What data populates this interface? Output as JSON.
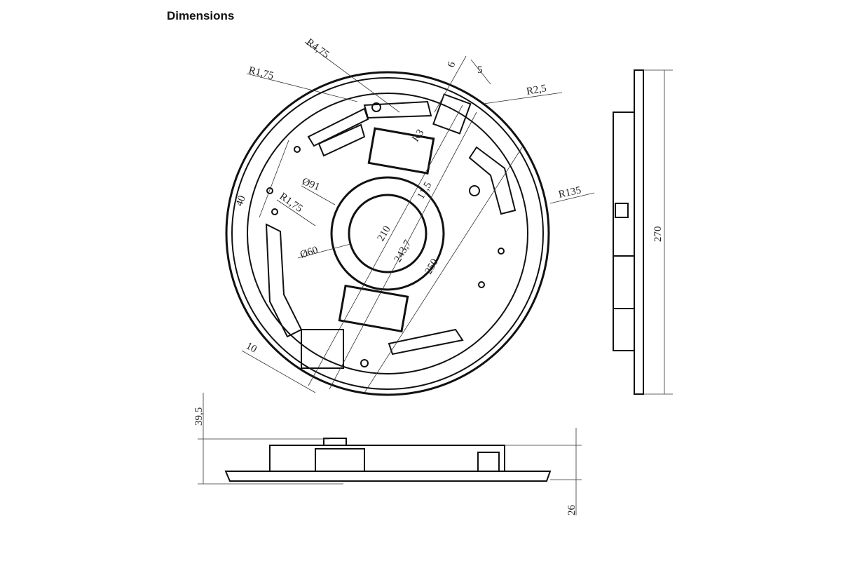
{
  "title": "Dimensions",
  "top_view": {
    "labels": {
      "r4_75": "R4,75",
      "r1_75_top": "R1,75",
      "d6": "6",
      "d5": "5",
      "r2_5": "R2,5",
      "r3": "R3",
      "r135": "R135",
      "dia91": "Ø91",
      "r1_75_left": "R1,75",
      "d40": "40",
      "dia60": "Ø60",
      "d210": "210",
      "d243_7": "243,7",
      "d11_5": "11,5",
      "d250": "250",
      "d10": "10"
    }
  },
  "side_view": {
    "height_label": "270"
  },
  "bottom_view": {
    "h1_label": "39,5",
    "h2_label": "26"
  }
}
